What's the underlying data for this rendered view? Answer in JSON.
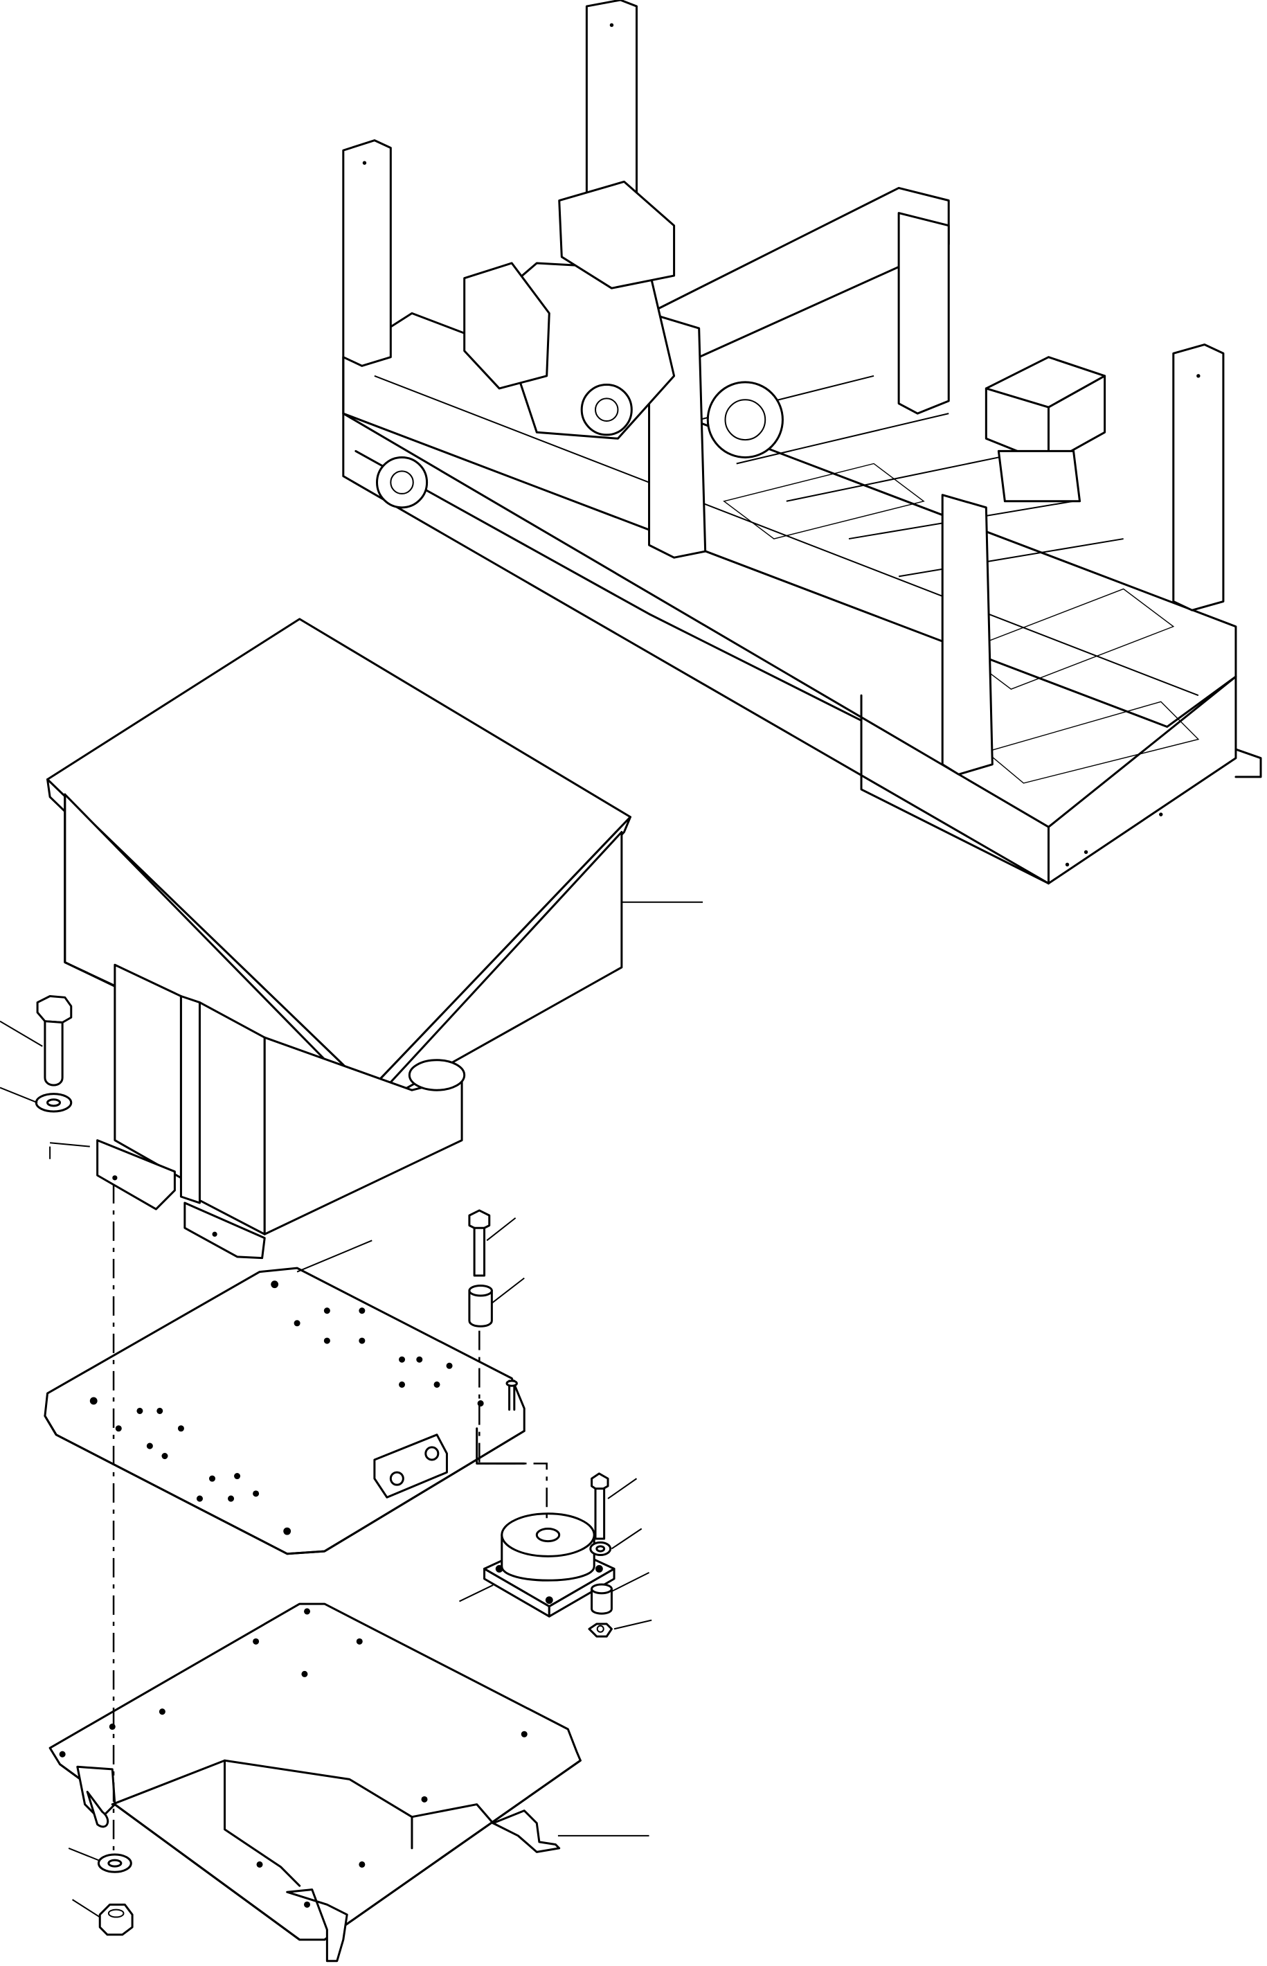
{
  "drawing": {
    "type": "exploded-parts-view",
    "assemblies": [
      {
        "name": "machine-frame-assembly"
      },
      {
        "name": "control-box"
      },
      {
        "name": "mounting-plate"
      },
      {
        "name": "vibration-isolator"
      },
      {
        "name": "base-bracket"
      }
    ],
    "hardware": [
      {
        "name": "hex-bolt"
      },
      {
        "name": "flat-washer"
      },
      {
        "name": "hex-nut"
      },
      {
        "name": "spacer-sleeve"
      }
    ],
    "callouts": 14
  }
}
